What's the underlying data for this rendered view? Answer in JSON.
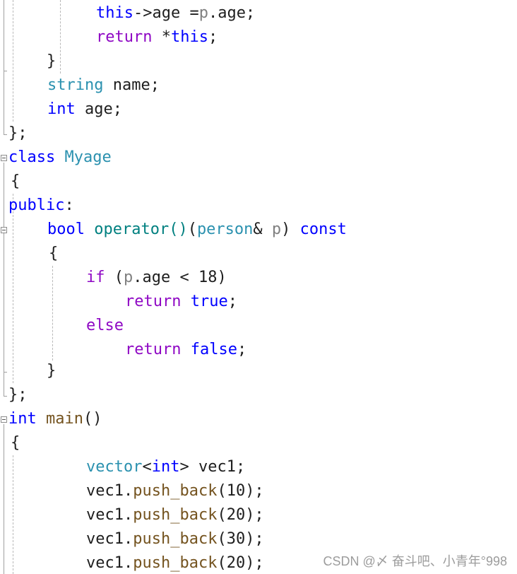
{
  "editor": {
    "language": "cpp",
    "colors": {
      "plain": "#1e1e1e",
      "kw": "#0000ff",
      "ctl": "#8f08c4",
      "type": "#2b91af",
      "fn": "#74531f",
      "param": "#808080",
      "op": "#008080",
      "background": "#ffffff",
      "guide": "#b8b8b8"
    },
    "lines": [
      [
        {
          "t": "this",
          "c": "kw"
        },
        {
          "t": "->age =",
          "c": "plain"
        },
        {
          "t": "p",
          "c": "param"
        },
        {
          "t": ".age;",
          "c": "plain"
        }
      ],
      [
        {
          "t": "return ",
          "c": "ctl"
        },
        {
          "t": "*",
          "c": "plain"
        },
        {
          "t": "this",
          "c": "kw"
        },
        {
          "t": ";",
          "c": "plain"
        }
      ],
      [
        {
          "t": "}",
          "c": "plain"
        }
      ],
      [
        {
          "t": "string",
          "c": "type"
        },
        {
          "t": " name;",
          "c": "plain"
        }
      ],
      [
        {
          "t": "int",
          "c": "kw"
        },
        {
          "t": " age;",
          "c": "plain"
        }
      ],
      [
        {
          "t": "};",
          "c": "plain"
        }
      ],
      [
        {
          "t": "class",
          "c": "kw"
        },
        {
          "t": " ",
          "c": "plain"
        },
        {
          "t": "Myage",
          "c": "type"
        }
      ],
      [
        {
          "t": "{",
          "c": "plain"
        }
      ],
      [
        {
          "t": "public",
          "c": "kw"
        },
        {
          "t": ":",
          "c": "plain"
        }
      ],
      [
        {
          "t": "bool",
          "c": "kw"
        },
        {
          "t": " ",
          "c": "plain"
        },
        {
          "t": "operator()",
          "c": "op"
        },
        {
          "t": "(",
          "c": "plain"
        },
        {
          "t": "person",
          "c": "type"
        },
        {
          "t": "& ",
          "c": "plain"
        },
        {
          "t": "p",
          "c": "param"
        },
        {
          "t": ") ",
          "c": "plain"
        },
        {
          "t": "const",
          "c": "kw"
        }
      ],
      [
        {
          "t": "{",
          "c": "plain"
        }
      ],
      [
        {
          "t": "if",
          "c": "ctl"
        },
        {
          "t": " (",
          "c": "plain"
        },
        {
          "t": "p",
          "c": "param"
        },
        {
          "t": ".age < 18)",
          "c": "plain"
        }
      ],
      [
        {
          "t": "return",
          "c": "ctl"
        },
        {
          "t": " ",
          "c": "plain"
        },
        {
          "t": "true",
          "c": "kw"
        },
        {
          "t": ";",
          "c": "plain"
        }
      ],
      [
        {
          "t": "else",
          "c": "ctl"
        }
      ],
      [
        {
          "t": "return",
          "c": "ctl"
        },
        {
          "t": " ",
          "c": "plain"
        },
        {
          "t": "false",
          "c": "kw"
        },
        {
          "t": ";",
          "c": "plain"
        }
      ],
      [
        {
          "t": "}",
          "c": "plain"
        }
      ],
      [
        {
          "t": "};",
          "c": "plain"
        }
      ],
      [
        {
          "t": "int",
          "c": "kw"
        },
        {
          "t": " ",
          "c": "plain"
        },
        {
          "t": "main",
          "c": "fn"
        },
        {
          "t": "()",
          "c": "plain"
        }
      ],
      [
        {
          "t": "{",
          "c": "plain"
        }
      ],
      [
        {
          "t": "vector",
          "c": "type"
        },
        {
          "t": "<",
          "c": "plain"
        },
        {
          "t": "int",
          "c": "kw"
        },
        {
          "t": "> vec1;",
          "c": "plain"
        }
      ],
      [
        {
          "t": "vec1.",
          "c": "plain"
        },
        {
          "t": "push_back",
          "c": "fn"
        },
        {
          "t": "(10);",
          "c": "plain"
        }
      ],
      [
        {
          "t": "vec1.",
          "c": "plain"
        },
        {
          "t": "push_back",
          "c": "fn"
        },
        {
          "t": "(20);",
          "c": "plain"
        }
      ],
      [
        {
          "t": "vec1.",
          "c": "plain"
        },
        {
          "t": "push_back",
          "c": "fn"
        },
        {
          "t": "(30);",
          "c": "plain"
        }
      ],
      [
        {
          "t": "vec1.",
          "c": "plain"
        },
        {
          "t": "push_back",
          "c": "fn"
        },
        {
          "t": "(20);",
          "c": "plain"
        }
      ]
    ]
  },
  "watermark": "CSDN @〆 奋斗吧、小青年°998"
}
